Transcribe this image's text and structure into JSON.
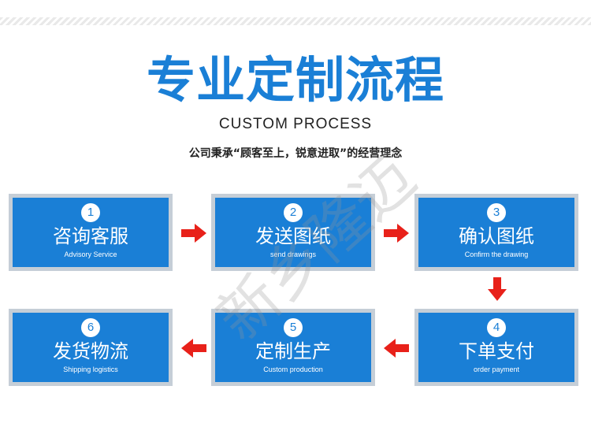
{
  "title": "专业定制流程",
  "subtitle": "CUSTOM PROCESS",
  "slogan": "公司秉承“顾客至上，锐意进取”的经营理念",
  "watermark": "新乡隆迈",
  "colors": {
    "box_blue": "#1a7fd6",
    "box_border": "#c5ced7",
    "arrow_red": "#e8211a"
  },
  "steps": [
    {
      "number": "1",
      "title": "咨询客服",
      "subtitle": "Advisory Service"
    },
    {
      "number": "2",
      "title": "发送图纸",
      "subtitle": "send drawings"
    },
    {
      "number": "3",
      "title": "确认图纸",
      "subtitle": "Confirm the drawing"
    },
    {
      "number": "4",
      "title": "下单支付",
      "subtitle": "order payment"
    },
    {
      "number": "5",
      "title": "定制生产",
      "subtitle": "Custom production"
    },
    {
      "number": "6",
      "title": "发货物流",
      "subtitle": "Shipping logistics"
    }
  ],
  "arrows": [
    "arrow-right-icon",
    "arrow-right-icon",
    "arrow-down-icon",
    "arrow-left-icon",
    "arrow-left-icon"
  ]
}
